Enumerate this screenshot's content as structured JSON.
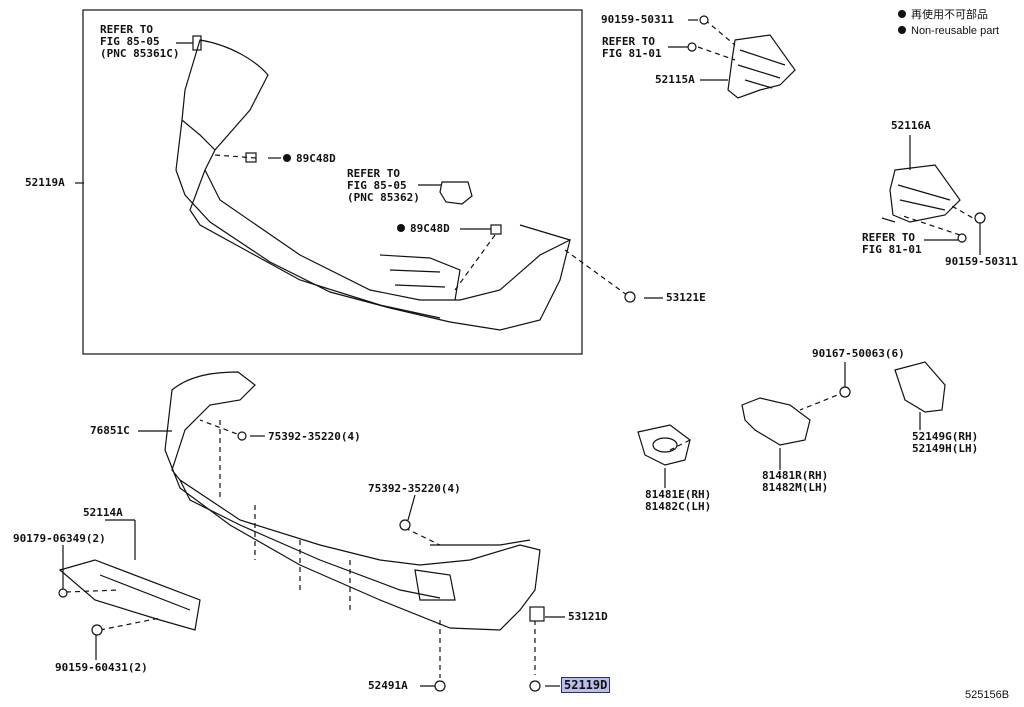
{
  "legend": [
    {
      "text": "再使用不可部品"
    },
    {
      "text": "Non-reusable part"
    }
  ],
  "figure_number": "525156B",
  "labels": {
    "refer_85_05_a": [
      "REFER TO",
      "FIG 85-05",
      "(PNC 85361C)"
    ],
    "refer_85_05_b": [
      "REFER TO",
      "FIG 85-05",
      "(PNC 85362)"
    ],
    "refer_81_01_a": [
      "REFER TO",
      "FIG 81-01"
    ],
    "refer_81_01_b": [
      "REFER TO",
      "FIG 81-01"
    ],
    "p52119A": "52119A",
    "p89C48D_a": "89C48D",
    "p89C48D_b": "89C48D",
    "p53121E": "53121E",
    "p90159_50311_a": "90159-50311",
    "p90159_50311_b": "90159-50311",
    "p52115A": "52115A",
    "p52116A": "52116A",
    "p76851C": "76851C",
    "p75392_a": "75392-35220(4)",
    "p75392_b": "75392-35220(4)",
    "p52114A": "52114A",
    "p90179": "90179-06349(2)",
    "p90159_60431": "90159-60431(2)",
    "p53121D": "53121D",
    "p52491A": "52491A",
    "p52119D": "52119D",
    "p90167": "90167-50063(6)",
    "p81481": [
      "81481R(RH)",
      "81482M(LH)"
    ],
    "p81481E": [
      "81481E(RH)",
      "81482C(LH)"
    ],
    "p52149": [
      "52149G(RH)",
      "52149H(LH)"
    ]
  }
}
